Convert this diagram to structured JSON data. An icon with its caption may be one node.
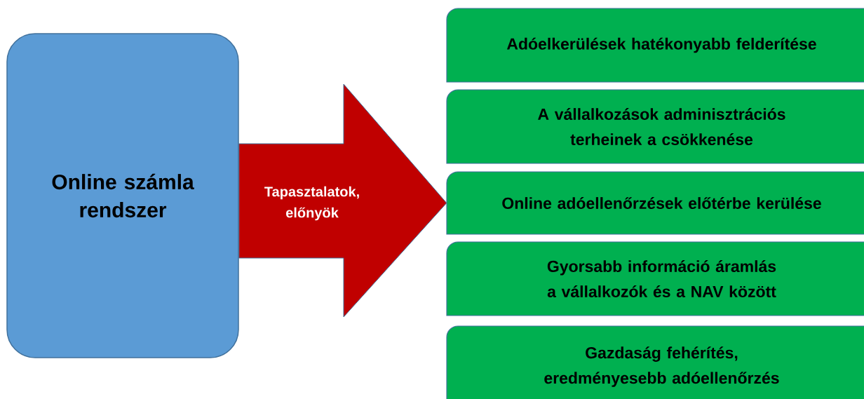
{
  "diagram": {
    "nodes": [
      {
        "text": [
          "Online számla rendszer"
        ]
      },
      {
        "text": [
          "Adóelkerülések hatékonyabb felderítése"
        ]
      },
      {
        "text": [
          "A vállalkozások adminisztrációs terheinek a csökkenése"
        ]
      },
      {
        "text": [
          "Online adóellenőrzések előtérbe kerülése"
        ]
      },
      {
        "text": [
          "Gyorsabb információ áramlás a vállalkozók és a NAV között"
        ]
      },
      {
        "text": [
          "Gazdaság fehérítés, eredményesebb adóellenőrzés"
        ]
      }
    ],
    "edges": [
      {
        "from": 0,
        "to": 3,
        "arrow": "to",
        "label": "Tapasztalatok, előnyök",
        "style": "thick",
        "color": "#c00000"
      }
    ]
  }
}
